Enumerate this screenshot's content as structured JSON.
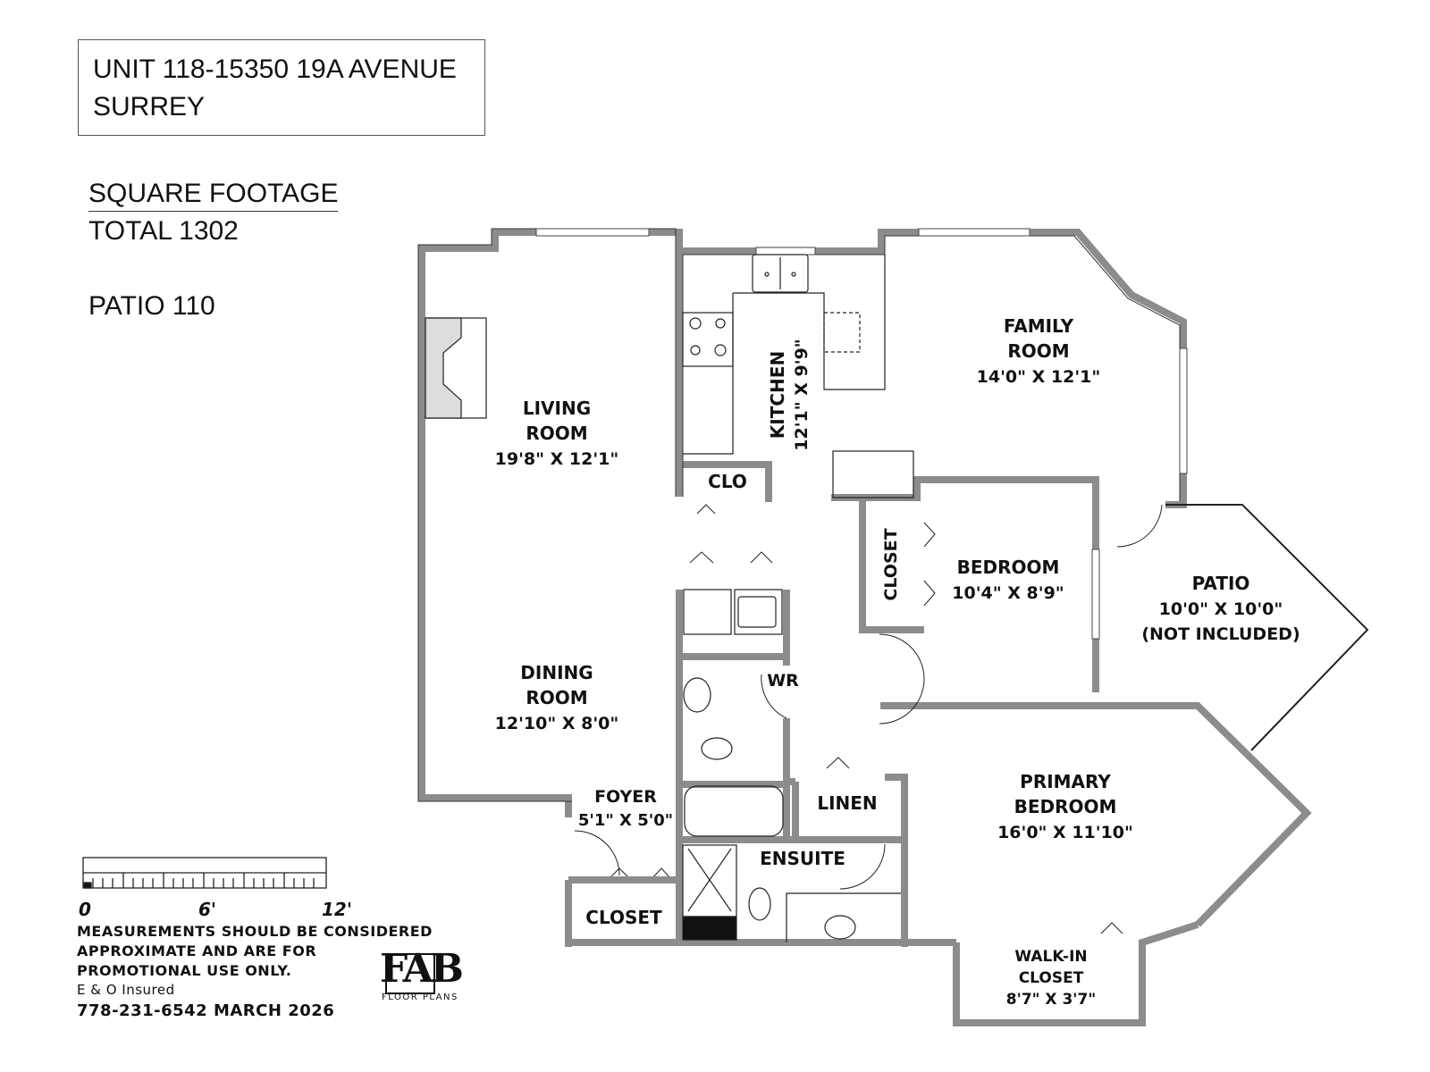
{
  "header": {
    "address_line1": "UNIT 118-15350 19A AVENUE",
    "address_line2": "SURREY"
  },
  "square_footage": {
    "heading": "SQUARE FOOTAGE",
    "total": "TOTAL 1302",
    "patio": "PATIO 110"
  },
  "rooms": {
    "living": {
      "name1": "LIVING",
      "name2": "ROOM",
      "size": "19'8\" X 12'1\""
    },
    "kitchen": {
      "name": "KITCHEN",
      "size": "12'1\" X 9'9\""
    },
    "family": {
      "name1": "FAMILY",
      "name2": "ROOM",
      "size": "14'0\" X 12'1\""
    },
    "clo": {
      "name": "CLO"
    },
    "bedroom": {
      "name": "BEDROOM",
      "size": "10'4\" X 8'9\""
    },
    "bedroom_closet": {
      "name": "CLOSET"
    },
    "patio": {
      "name": "PATIO",
      "size": "10'0\" X 10'0\"",
      "note": "(NOT INCLUDED)"
    },
    "dining": {
      "name1": "DINING",
      "name2": "ROOM",
      "size": "12'10\" X 8'0\""
    },
    "wr": {
      "name": "WR"
    },
    "foyer": {
      "name": "FOYER",
      "size": "5'1\" X 5'0\""
    },
    "linen": {
      "name": "LINEN"
    },
    "closet_foyer": {
      "name": "CLOSET"
    },
    "ensuite": {
      "name": "ENSUITE"
    },
    "primary": {
      "name1": "PRIMARY",
      "name2": "BEDROOM",
      "size": "16'0\" X 11'10\""
    },
    "walkin": {
      "name1": "WALK-IN",
      "name2": "CLOSET",
      "size": "8'7\" X 3'7\""
    }
  },
  "scale": {
    "label_0": "0",
    "label_6": "6'",
    "label_12": "12'"
  },
  "footer": {
    "disclaimer1": "MEASUREMENTS SHOULD BE CONSIDERED",
    "disclaimer2": "APPROXIMATE AND ARE FOR",
    "disclaimer3": "PROMOTIONAL USE ONLY.",
    "insured": "E & O Insured",
    "contact": "778-231-6542  MARCH 2026"
  },
  "logo": {
    "mark": "FAB",
    "sub": "FLOOR PLANS"
  },
  "colors": {
    "wall": "#8c8c8c",
    "wall_edge": "#333333",
    "text": "#111111"
  }
}
